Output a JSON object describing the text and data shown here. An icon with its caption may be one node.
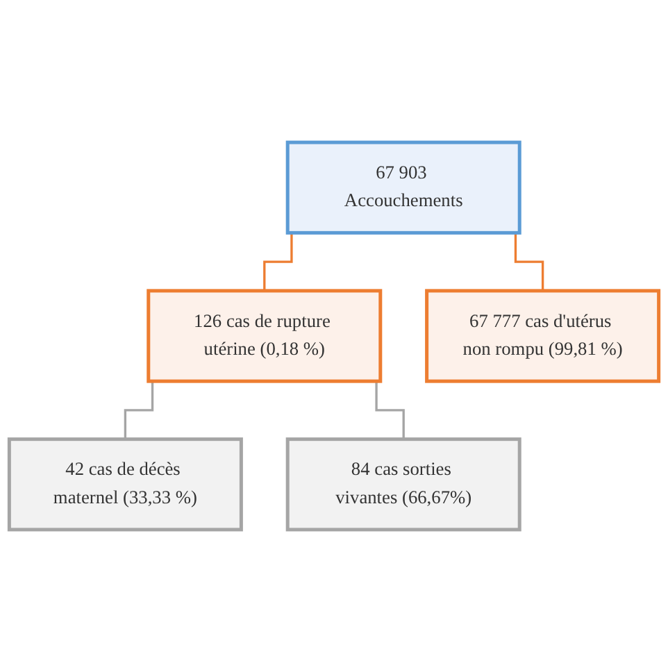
{
  "diagram": {
    "nodes": [
      {
        "text": [
          "67 903 Accouchements"
        ]
      },
      {
        "text": [
          "126 cas de rupture utérine (0,18 %)"
        ]
      },
      {
        "text": [
          "67 777 cas d'utérus non rompu (99,81 %)"
        ]
      },
      {
        "text": [
          "42 cas de décès maternel (33,33 %)"
        ]
      },
      {
        "text": [
          "84 cas sorties vivantes (66,67%)"
        ]
      }
    ],
    "edges": [
      {
        "from": 0,
        "to": 1,
        "arrow": "none",
        "color": "#ed7d31"
      },
      {
        "from": 0,
        "to": 2,
        "arrow": "none",
        "color": "#ed7d31"
      },
      {
        "from": 1,
        "to": 3,
        "arrow": "none",
        "color": "#a5a5a5"
      },
      {
        "from": 1,
        "to": 4,
        "arrow": "none",
        "color": "#a5a5a5"
      }
    ]
  }
}
